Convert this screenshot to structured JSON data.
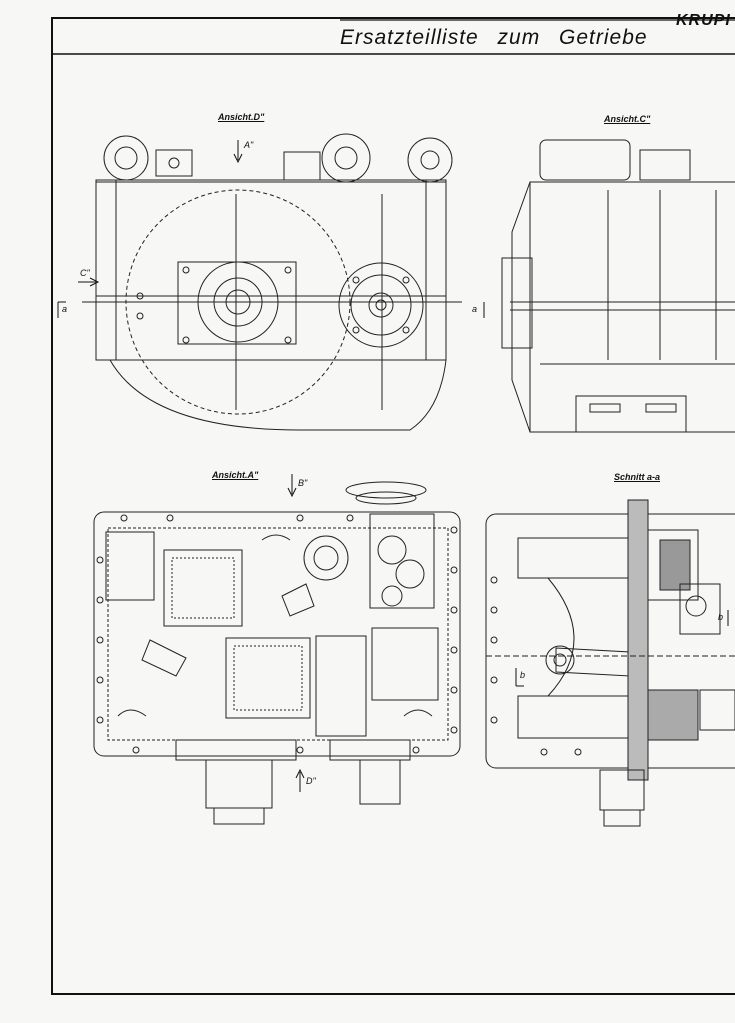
{
  "sheet": {
    "title": "Ersatzteilliste zum Getriebe",
    "brand": "KRUPI"
  },
  "views": {
    "view_d": "Ansicht.D\"",
    "view_c": "Ansicht.C\"",
    "view_a": "Ansicht.A\"",
    "section": "Schnitt a-a"
  },
  "markers": {
    "arrow_a": "A\"",
    "arrow_b": "B\"",
    "arrow_c": "C\"",
    "arrow_d": "D\"",
    "cut_left": "a",
    "cut_right": "a",
    "cut_b_left": "b",
    "cut_b_right": "b"
  }
}
